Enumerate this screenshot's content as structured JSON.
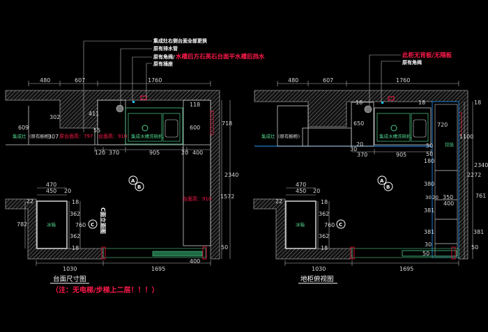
{
  "left": {
    "title": "台面尺寸图",
    "note": "（注：无电梯/步梯上二层！！！）",
    "annotations": [
      "集成灶右侧台面全部更换",
      "原有排水管",
      "原有角阀/",
      "原有插座"
    ],
    "annotation_red": "水槽后方石英石台面平水槽后挡水",
    "labels": {
      "stove": "集成灶",
      "old_cabinet": "(原有橱柜)",
      "old_height": "原台面高：797",
      "height1": "台面高：910",
      "sink": "集成水槽洗碗机",
      "height2": "台面高：910",
      "fridge": "冰箱",
      "elevation": "C面立面图"
    },
    "dims": {
      "top": [
        "480",
        "607",
        "1760"
      ],
      "d118": "118",
      "d600": "600",
      "d718": "718",
      "d609": "609",
      "d302": "302",
      "d411": "411",
      "d307": "307",
      "d55": "55",
      "bottom": [
        "120",
        "370",
        "905",
        "20",
        "400"
      ],
      "d2340": "2340",
      "d1572": "1572",
      "d50": "50",
      "d470": "470",
      "d450": "450",
      "d20": "20",
      "d22": "22",
      "d782": "782",
      "fridge_v": [
        "18",
        "362",
        "760",
        "362",
        "18"
      ],
      "d1030": "1030",
      "d1695": "1695",
      "d400b": "400"
    },
    "symbols": {
      "a": "A",
      "b": "B",
      "c": "C"
    }
  },
  "right": {
    "title": "地柜俯视图",
    "annotation_red": "此柜无背板/无隔板",
    "annotation": "原有角阀",
    "labels": {
      "stove": "集成灶",
      "old_cabinet": "(原有橱柜)",
      "sink": "集成水槽洗碗机",
      "hinge": "铰链",
      "fridge": "冰箱"
    },
    "dims": {
      "top": [
        "480",
        "607",
        "1760"
      ],
      "d18a": "18",
      "d18b": "18",
      "d18c": "18",
      "d650": "650",
      "d720": "720",
      "d1100": "1100",
      "d20": "20",
      "d30": "30",
      "d370": "370",
      "d905": "905",
      "d50a": "50",
      "d50b": "50",
      "d180": "180",
      "d2340": "2340",
      "d2272": "2272",
      "d380": "380",
      "d761": "761",
      "d30b": "30",
      "d20b": "20",
      "d350": "350",
      "d400": "400",
      "d381a": "381",
      "d381b": "381",
      "d381c": "381",
      "d30c": "30",
      "d50c": "50",
      "d50d": "50",
      "d470": "470",
      "d450": "450",
      "d20c": "20",
      "d22": "22",
      "fridge_v": [
        "18",
        "362",
        "760",
        "362",
        "18"
      ],
      "d1030": "1030",
      "d1695": "1695"
    },
    "symbols": {
      "a": "A",
      "b": "B",
      "c": "C"
    }
  },
  "colors": {
    "background": "#000000",
    "red": "#ff1a4a",
    "green": "#4fd08a",
    "blue": "#1e7fd8",
    "cyan": "#1ec8ff"
  }
}
